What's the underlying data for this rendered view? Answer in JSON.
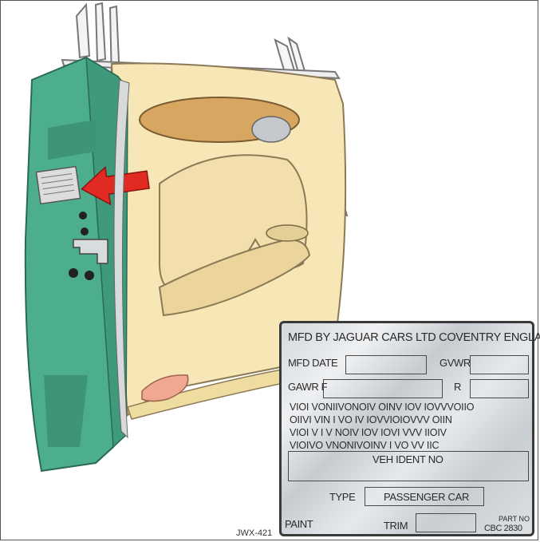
{
  "figure_id": "JWX-421",
  "plate": {
    "header": "MFD BY JAGUAR CARS LTD COVENTRY ENGLAND",
    "mfd_date_label": "MFD DATE",
    "gvwr_label": "GVWR",
    "gawr_f_label": "GAWR F",
    "r_label": "R",
    "code_lines": [
      "VIOI VONIIVONOIV OINV IOV   IOVVVOIIO",
      "OIIVI VIN  I VO IV  IOVVIOIOVVV OIIN",
      "VIOI V  I V   NOIV   IOV IOVI  VVV  IIOIV",
      "VIOIVO    VNONIVOINV I   VO  VV  IIC"
    ],
    "veh_ident_label": "VEH IDENT NO",
    "type_label": "TYPE",
    "type_value": "PASSENGER CAR",
    "paint_label": "PAINT",
    "trim_label": "TRIM",
    "part_no_label": "PART NO",
    "part_no_value": "CBC 2830"
  }
}
